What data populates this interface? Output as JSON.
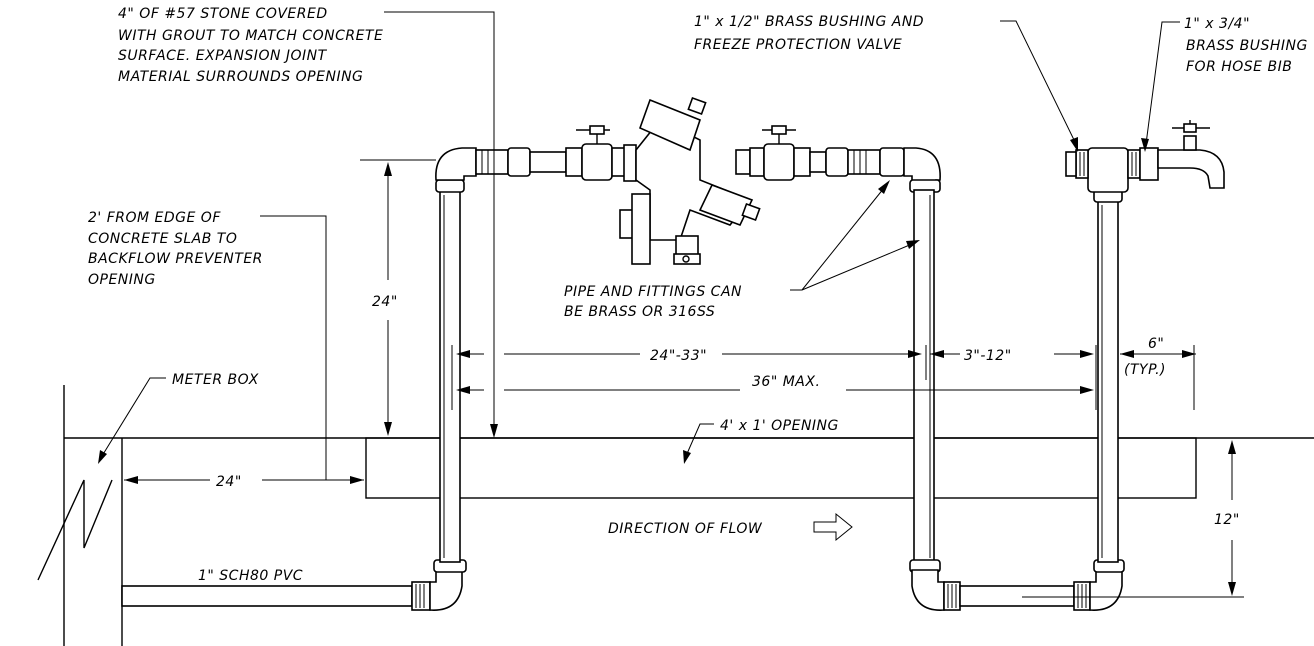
{
  "notes": {
    "stone_line1": "4\" OF #57 STONE COVERED",
    "stone_line2": "WITH GROUT TO MATCH CONCRETE",
    "stone_line3": "SURFACE. EXPANSION JOINT",
    "stone_line4": "MATERIAL SURROUNDS OPENING",
    "bushing_line1": "1\" x 1/2\" BRASS BUSHING AND",
    "bushing_line2": "FREEZE PROTECTION VALVE",
    "hose_line1": "1\" x 3/4\"",
    "hose_line2": "BRASS BUSHING",
    "hose_line3": "FOR HOSE BIB",
    "edge_line1": "2' FROM EDGE OF",
    "edge_line2": "CONCRETE SLAB TO",
    "edge_line3": "BACKFLOW PREVENTER",
    "edge_line4": "OPENING",
    "fittings_line1": "PIPE AND FITTINGS CAN",
    "fittings_line2": "BE BRASS OR 316SS",
    "meter_box": "METER BOX",
    "opening": "4' x 1' OPENING",
    "direction": "DIRECTION OF FLOW",
    "pvc": "1\" SCH80 PVC"
  },
  "dimensions": {
    "height_24": "24\"",
    "meter_24": "24\"",
    "range_24_33": "24\"-33\"",
    "max_36": "36\" MAX.",
    "range_3_12": "3\"-12\"",
    "six": "6\"",
    "typ": "(TYP.)",
    "depth_12": "12\""
  }
}
